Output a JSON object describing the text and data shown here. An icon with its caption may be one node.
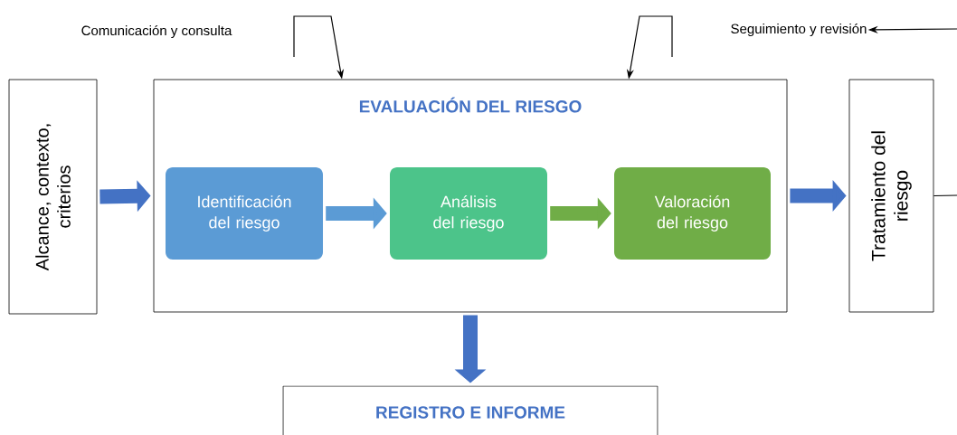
{
  "diagram": {
    "nodes": [
      {
        "text": [
          "Alcance, contexto, criterios"
        ]
      },
      {
        "text": [
          "EVALUACIÓN DEL RIESGO"
        ]
      },
      {
        "text": [
          "Identificación del riesgo"
        ],
        "in": 1
      },
      {
        "text": [
          "Análisis del riesgo"
        ],
        "in": 1
      },
      {
        "text": [
          "Valoración del riesgo"
        ],
        "in": 1
      },
      {
        "text": [
          "Tratamiento del riesgo"
        ]
      },
      {
        "text": [
          "REGISTRO E INFORME"
        ]
      },
      {
        "text": [
          "Seguimiento y revisión"
        ]
      }
    ],
    "edges": [
      {
        "from": 0,
        "to": 1,
        "arrow": "to",
        "color": "#4472c4"
      },
      {
        "from": 2,
        "to": 3,
        "arrow": "to",
        "color": "#5b9bd5"
      },
      {
        "from": 3,
        "to": 4,
        "arrow": "to",
        "color": "#70ad47"
      },
      {
        "from": 1,
        "to": 5,
        "arrow": "to",
        "color": "#4472c4"
      },
      {
        "from": 1,
        "to": 6,
        "arrow": "to",
        "color": "#4472c4"
      },
      {
        "from": null,
        "to": 1,
        "arrow": "to"
      },
      {
        "from": null,
        "to": 1,
        "arrow": "to"
      },
      {
        "from": null,
        "to": 7,
        "arrow": "to"
      },
      {
        "from": 5,
        "to": null,
        "arrow": "none"
      }
    ],
    "labels": [
      "Comunicación y consulta"
    ]
  }
}
